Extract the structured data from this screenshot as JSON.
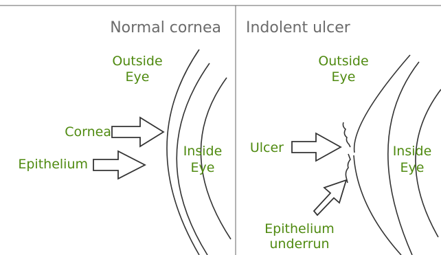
{
  "colors": {
    "label_green": "#4f8a10",
    "title_gray": "#6b6b6b",
    "line": "#333333",
    "background": "#ffffff"
  },
  "panels": {
    "left": {
      "title": "Normal cornea",
      "outside_eye": [
        "Outside",
        "Eye"
      ],
      "inside_eye": [
        "Inside",
        "Eye"
      ],
      "cornea_label": "Cornea",
      "epithelium_label": "Epithelium"
    },
    "right": {
      "title": "Indolent ulcer",
      "outside_eye": [
        "Outside",
        "Eye"
      ],
      "inside_eye": [
        "Inside",
        "Eye"
      ],
      "ulcer_label": "Ulcer",
      "underrun_label": [
        "Epithelium",
        "underrun"
      ]
    }
  }
}
